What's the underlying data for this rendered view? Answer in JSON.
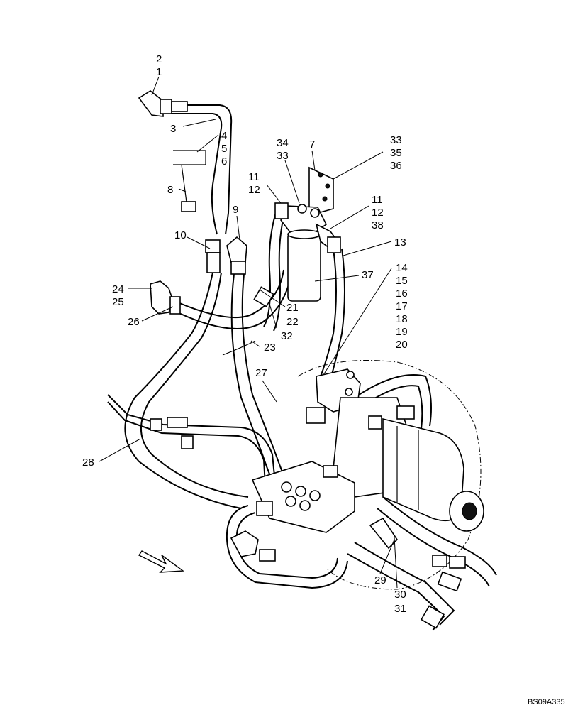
{
  "diagram": {
    "reference_code": "BS09A335",
    "callouts": [
      {
        "id": "c-2",
        "text": "2"
      },
      {
        "id": "c-1",
        "text": "1"
      },
      {
        "id": "c-3",
        "text": "3"
      },
      {
        "id": "c-4",
        "text": "4"
      },
      {
        "id": "c-5",
        "text": "5"
      },
      {
        "id": "c-6",
        "text": "6"
      },
      {
        "id": "c-8",
        "text": "8"
      },
      {
        "id": "c-9",
        "text": "9"
      },
      {
        "id": "c-10",
        "text": "10"
      },
      {
        "id": "c-24",
        "text": "24"
      },
      {
        "id": "c-25",
        "text": "25"
      },
      {
        "id": "c-26",
        "text": "26"
      },
      {
        "id": "c-34",
        "text": "34"
      },
      {
        "id": "c-33a",
        "text": "33"
      },
      {
        "id": "c-7",
        "text": "7"
      },
      {
        "id": "c-33b",
        "text": "33"
      },
      {
        "id": "c-35",
        "text": "35"
      },
      {
        "id": "c-36",
        "text": "36"
      },
      {
        "id": "c-11a",
        "text": "11"
      },
      {
        "id": "c-12a",
        "text": "12"
      },
      {
        "id": "c-11b",
        "text": "11"
      },
      {
        "id": "c-12b",
        "text": "12"
      },
      {
        "id": "c-38",
        "text": "38"
      },
      {
        "id": "c-13",
        "text": "13"
      },
      {
        "id": "c-37",
        "text": "37"
      },
      {
        "id": "c-14",
        "text": "14"
      },
      {
        "id": "c-15",
        "text": "15"
      },
      {
        "id": "c-16",
        "text": "16"
      },
      {
        "id": "c-17",
        "text": "17"
      },
      {
        "id": "c-18",
        "text": "18"
      },
      {
        "id": "c-19",
        "text": "19"
      },
      {
        "id": "c-20",
        "text": "20"
      },
      {
        "id": "c-21",
        "text": "21"
      },
      {
        "id": "c-22",
        "text": "22"
      },
      {
        "id": "c-32",
        "text": "32"
      },
      {
        "id": "c-23",
        "text": "23"
      },
      {
        "id": "c-27",
        "text": "27"
      },
      {
        "id": "c-28",
        "text": "28"
      },
      {
        "id": "c-29",
        "text": "29"
      },
      {
        "id": "c-30",
        "text": "30"
      },
      {
        "id": "c-31",
        "text": "31"
      }
    ]
  }
}
